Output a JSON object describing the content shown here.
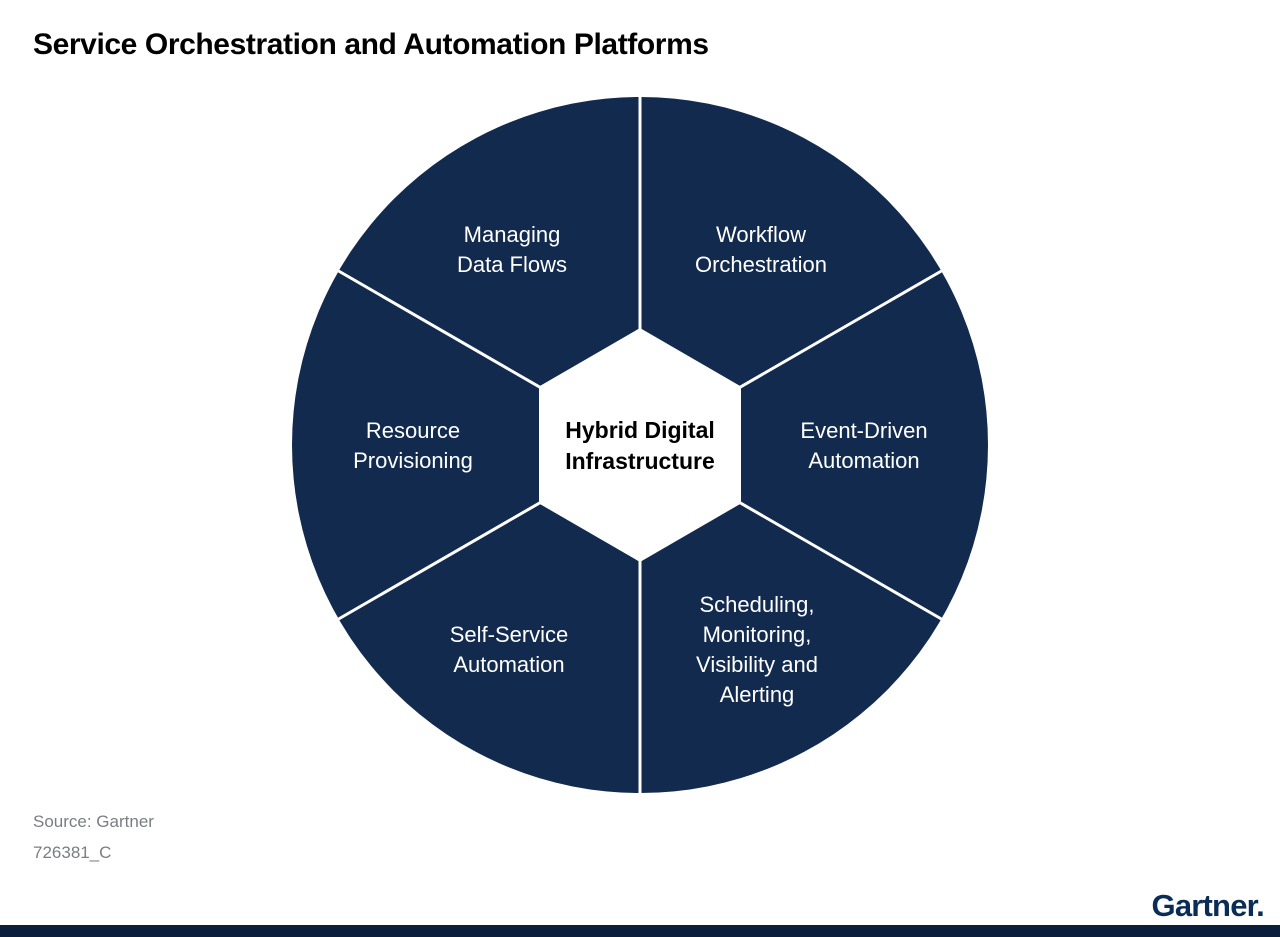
{
  "title": "Service Orchestration and Automation Platforms",
  "diagram": {
    "center_label": "Hybrid Digital\nInfrastructure",
    "segments": [
      {
        "id": "managing-data-flows",
        "label": "Managing\nData Flows"
      },
      {
        "id": "workflow-orchestration",
        "label": "Workflow\nOrchestration"
      },
      {
        "id": "event-driven-automation",
        "label": "Event-Driven\nAutomation"
      },
      {
        "id": "scheduling-monitoring-visibility-alerting",
        "label": "Scheduling,\nMonitoring,\nVisibility and\nAlerting"
      },
      {
        "id": "self-service-automation",
        "label": "Self-Service\nAutomation"
      },
      {
        "id": "resource-provisioning",
        "label": "Resource\nProvisioning"
      }
    ]
  },
  "footer": {
    "source": "Source: Gartner",
    "figure_id": "726381_C",
    "logo_text": "Gartner."
  },
  "colors": {
    "navy": "#122A4D",
    "divider-white": "#FFFFFF",
    "logo-navy": "#0A2D57",
    "bar-navy": "#0B1E3C",
    "text-gray": "#7A7E83"
  }
}
